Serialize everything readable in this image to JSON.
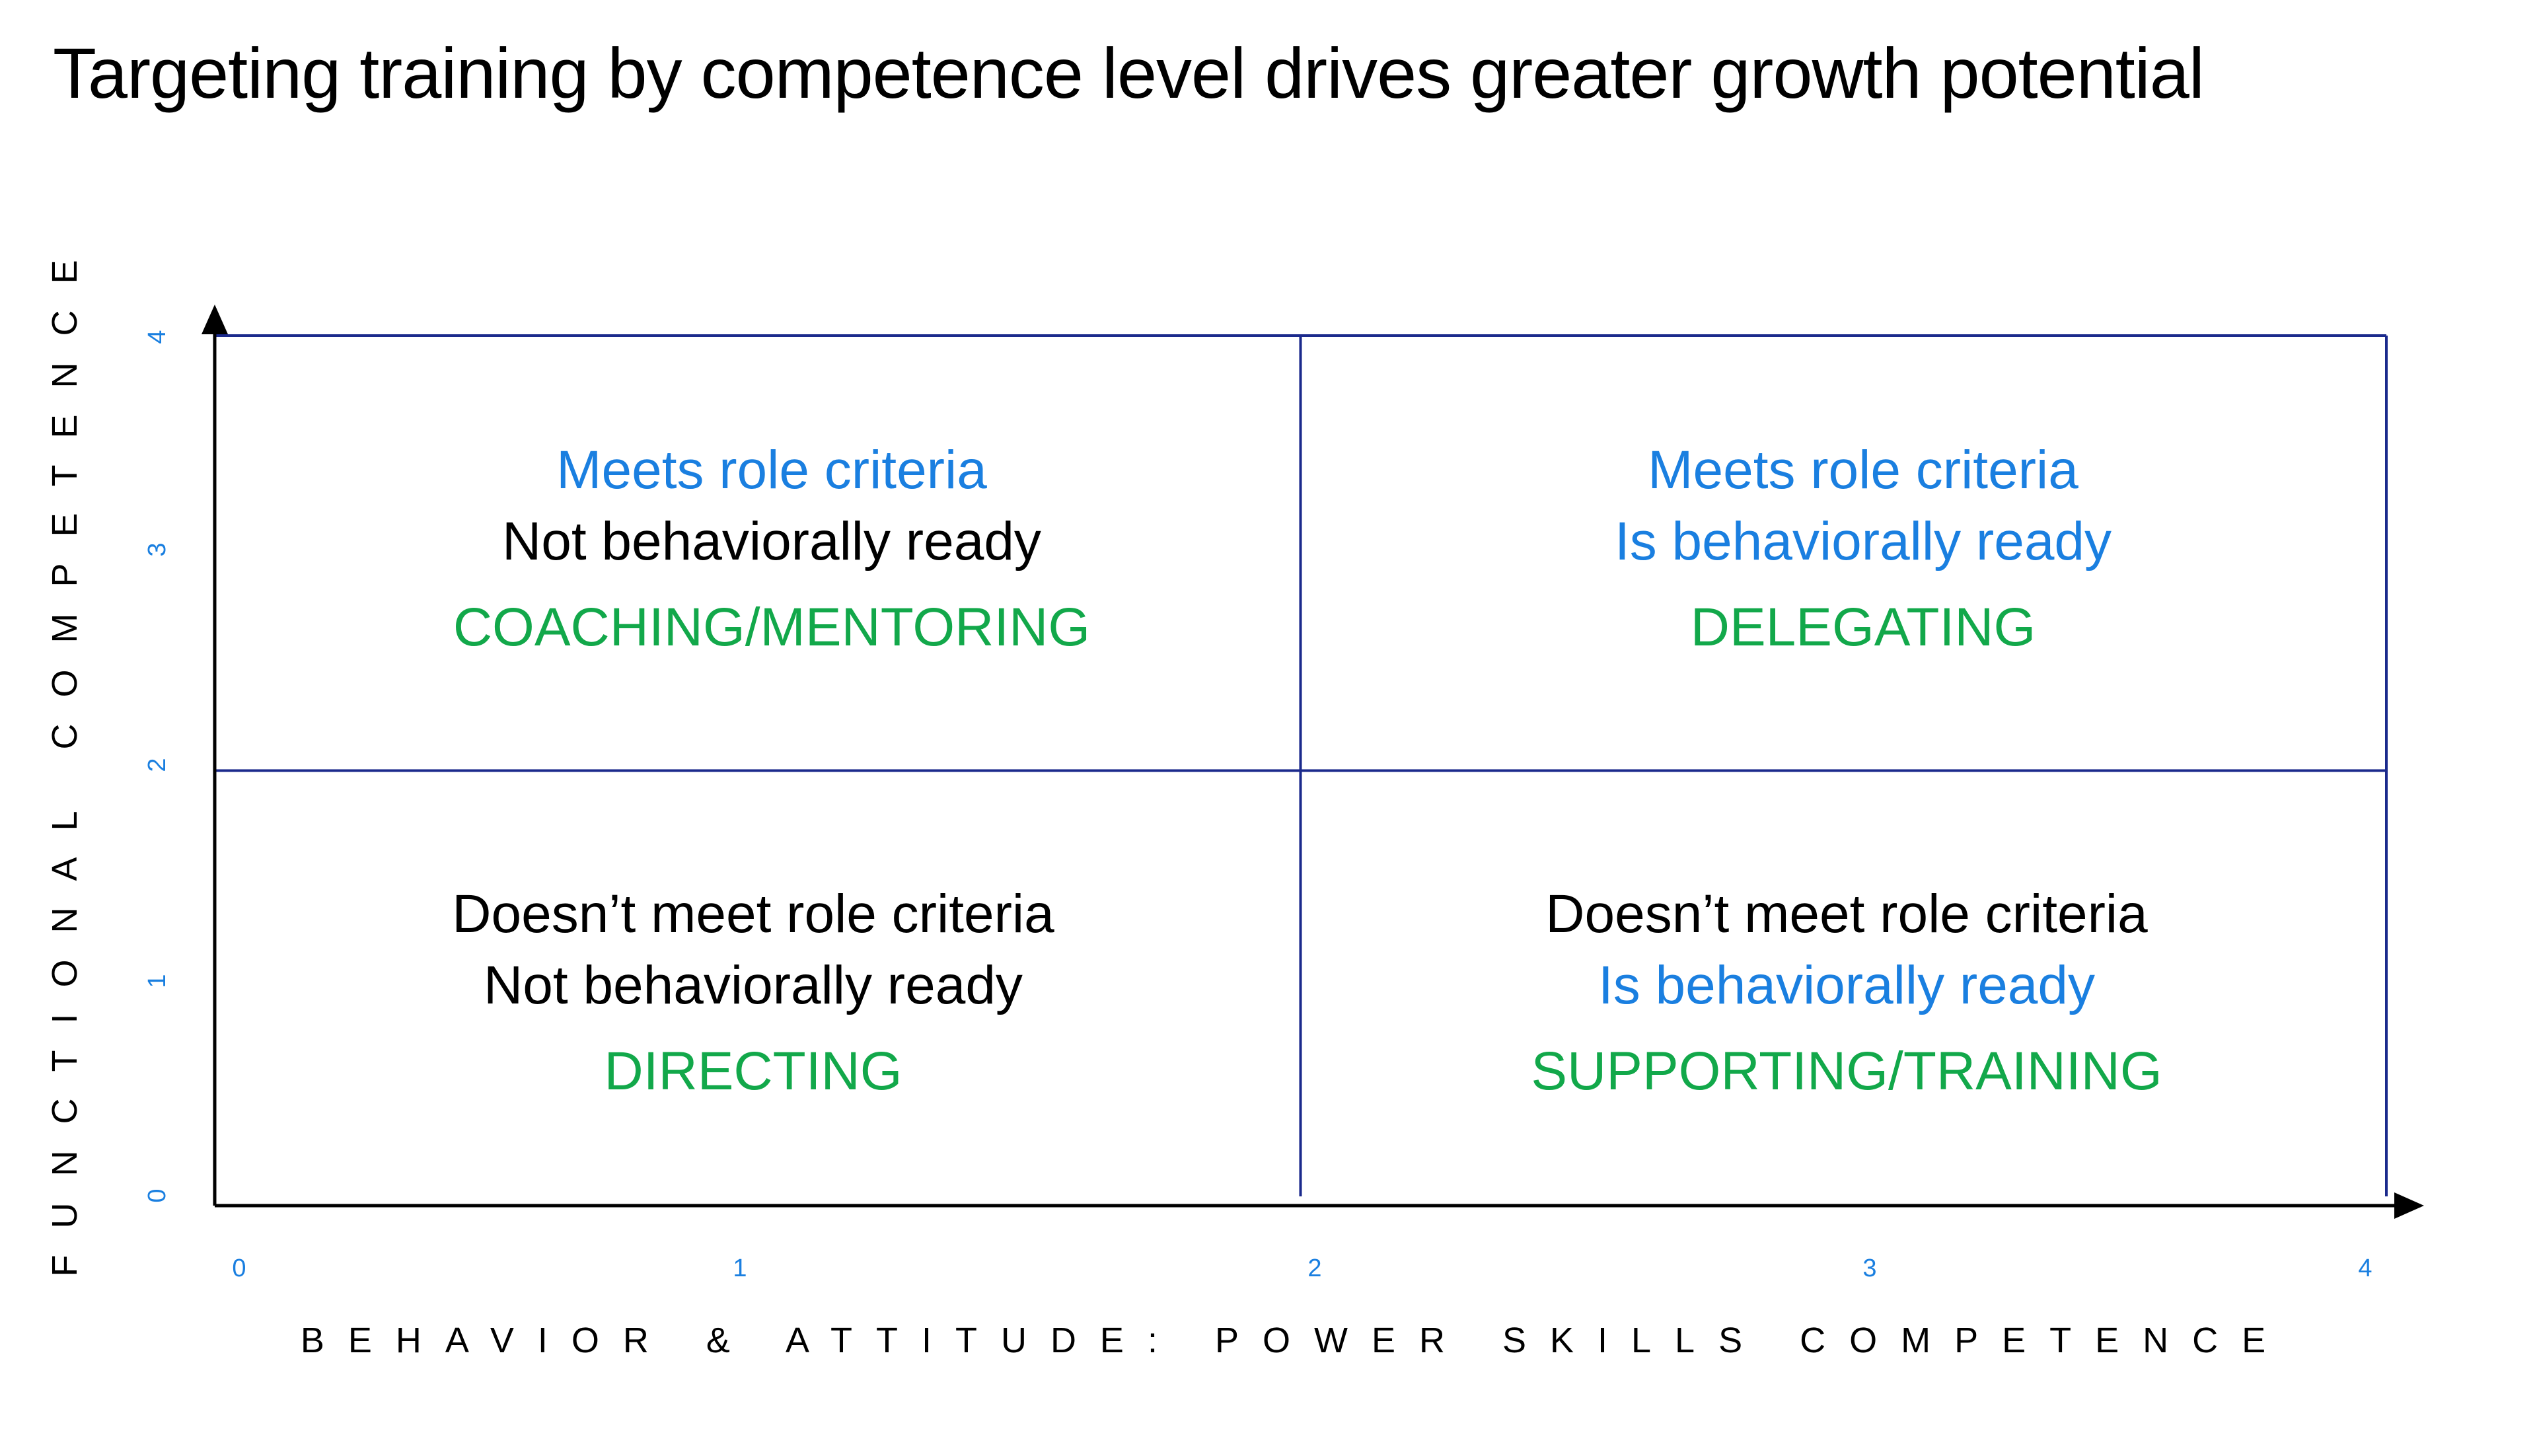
{
  "title": "Targeting training by competence level drives greater growth potential",
  "colors": {
    "blue": "#1a7fe0",
    "black": "#000000",
    "green": "#12a84a",
    "grid": "#1b2a8c",
    "tick": "#1a7fe0"
  },
  "chart_data": {
    "type": "quadrant",
    "xlabel": "BEHAVIOR & ATTITUDE: POWER SKILLS COMPETENCE",
    "ylabel": "FUNCTIONAL COMPETENCE",
    "xlim": [
      0,
      4
    ],
    "ylim": [
      0,
      4
    ],
    "x_ticks": [
      "0",
      "1",
      "2",
      "3",
      "4"
    ],
    "y_ticks": [
      "0",
      "1",
      "2",
      "3",
      "4"
    ],
    "dividers": {
      "x": 2,
      "y": 2
    },
    "quadrants": [
      {
        "id": "top-left",
        "lines": [
          {
            "text": "Meets role criteria",
            "color": "blue"
          },
          {
            "text": "Not behaviorally ready",
            "color": "black"
          },
          {
            "text": "COACHING/MENTORING",
            "color": "green",
            "action": true
          }
        ]
      },
      {
        "id": "top-right",
        "lines": [
          {
            "text": "Meets role criteria",
            "color": "blue"
          },
          {
            "text": "Is behaviorally ready",
            "color": "blue"
          },
          {
            "text": "DELEGATING",
            "color": "green",
            "action": true
          }
        ]
      },
      {
        "id": "bottom-left",
        "lines": [
          {
            "text": "Doesn’t meet role criteria",
            "color": "black"
          },
          {
            "text": "Not behaviorally ready",
            "color": "black"
          },
          {
            "text": "DIRECTING",
            "color": "green",
            "action": true
          }
        ]
      },
      {
        "id": "bottom-right",
        "lines": [
          {
            "text": "Doesn’t meet role criteria",
            "color": "black"
          },
          {
            "text": "Is behaviorally ready",
            "color": "blue"
          },
          {
            "text": "SUPPORTING/TRAINING",
            "color": "green",
            "action": true
          }
        ]
      }
    ]
  }
}
